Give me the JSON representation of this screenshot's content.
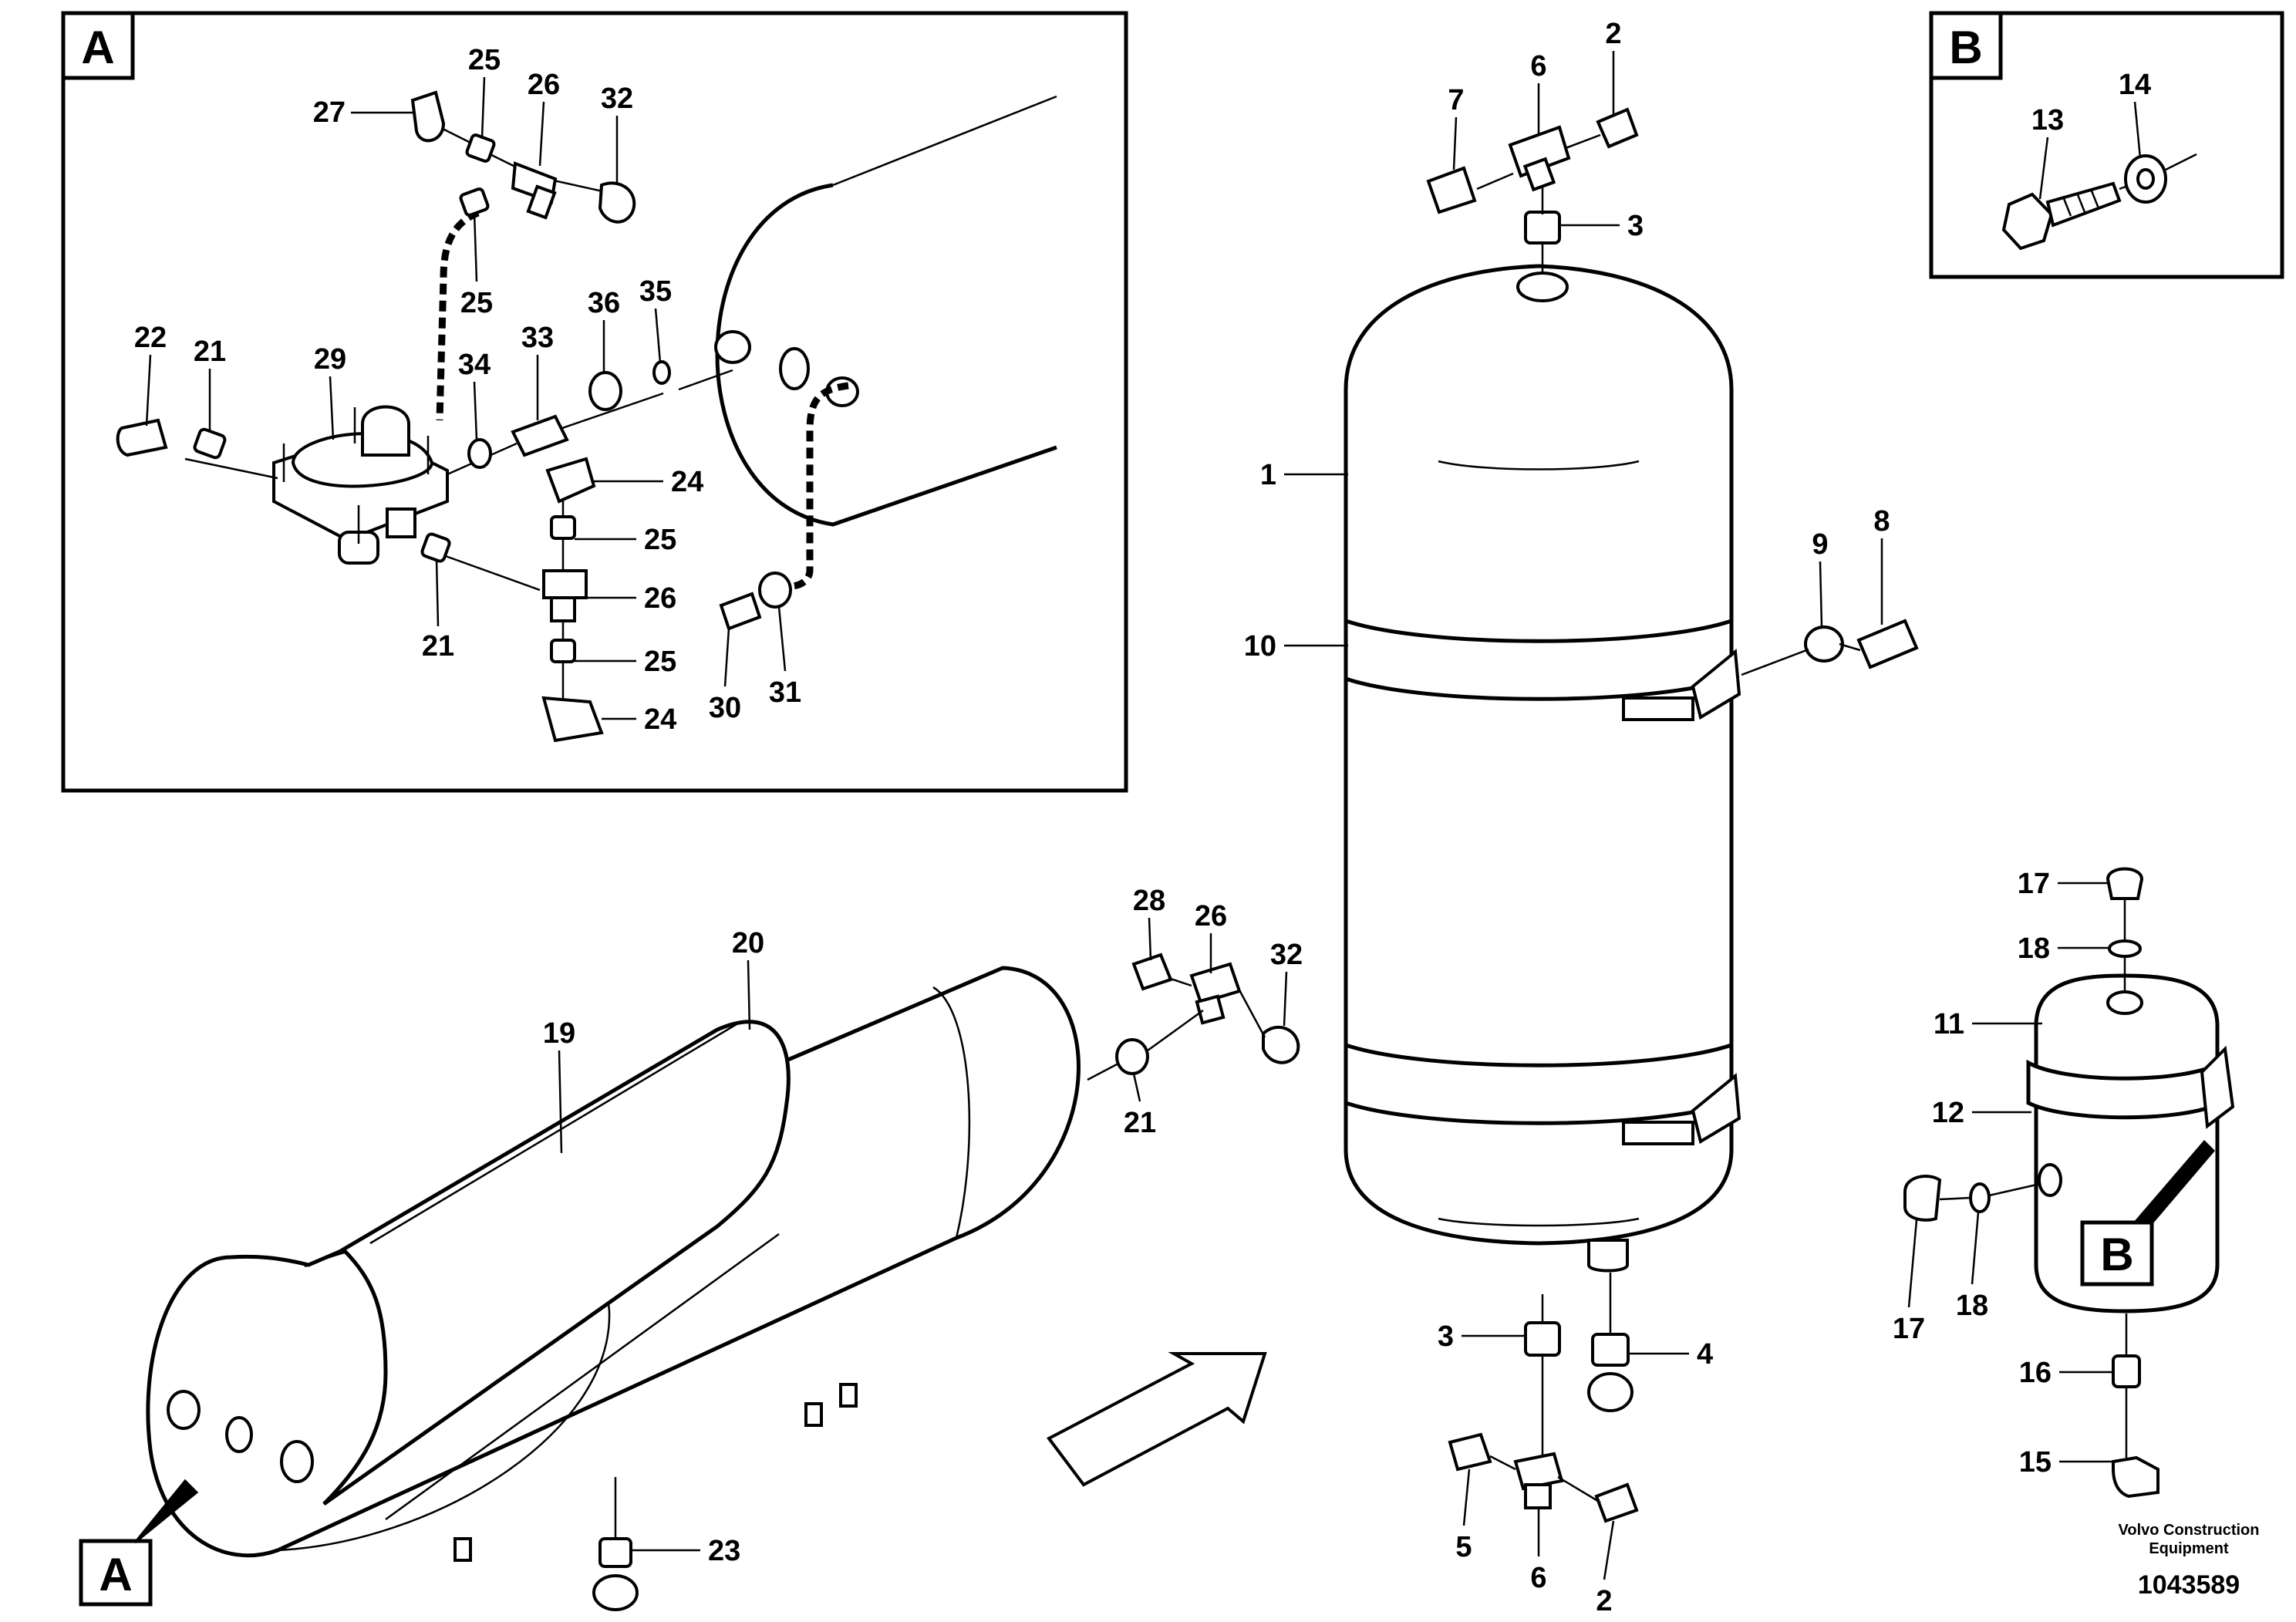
{
  "detail_views": [
    {
      "letter": "A"
    },
    {
      "letter": "B"
    }
  ],
  "callouts": {
    "a1": "25",
    "a2": "26",
    "a3": "27",
    "a4": "32",
    "a5": "25",
    "a6": "22",
    "a7": "21",
    "a8": "29",
    "a9": "34",
    "a10": "33",
    "a11": "36",
    "a12": "35",
    "a13": "24",
    "a14": "25",
    "a15": "21",
    "a16": "26",
    "a17": "25",
    "a18": "24",
    "a19": "30",
    "a20": "31",
    "v1": "7",
    "v2": "6",
    "v3": "2",
    "v4": "3",
    "v5": "1",
    "v6": "10",
    "v7": "9",
    "v8": "8",
    "v9": "3",
    "v10": "4",
    "v11": "5",
    "v12": "6",
    "v13": "2",
    "h1": "19",
    "h2": "20",
    "h3": "28",
    "h4": "26",
    "h5": "32",
    "h6": "21",
    "h7": "23",
    "b1": "13",
    "b2": "14",
    "s1": "17",
    "s2": "18",
    "s3": "11",
    "s4": "12",
    "s5": "17",
    "s6": "18",
    "s7": "16",
    "s8": "15"
  },
  "reference_marks": {
    "tank_a": "A",
    "small_tank_b": "B"
  },
  "credit": {
    "line1": "Volvo Construction",
    "line2": "Equipment",
    "document_number": "1043589"
  }
}
